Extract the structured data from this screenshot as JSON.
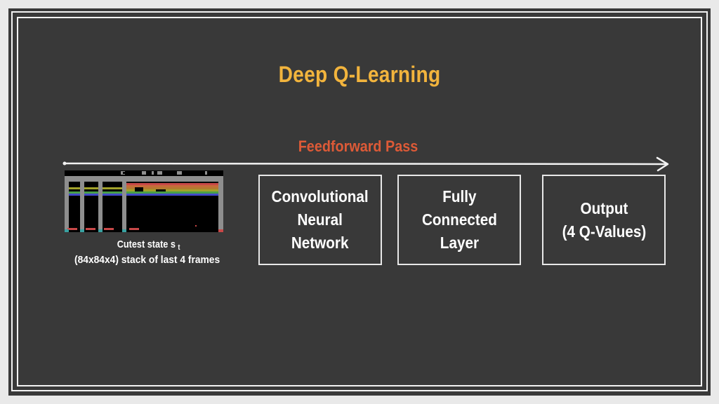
{
  "title": "Deep Q-Learning",
  "pass_label": "Feedforward Pass",
  "input": {
    "caption_line1_prefix": "Cutest state s",
    "caption_line1_sub": "t",
    "caption_line2": "(84x84x4) stack of last 4 frames",
    "score_digits": "[ 0 1 4 3 1"
  },
  "boxes": [
    {
      "label": "Convolutional\nNeural\nNetwork"
    },
    {
      "label": "Fully\nConnected\nLayer"
    },
    {
      "label": "Output\n(4 Q-Values)"
    }
  ],
  "colors": {
    "background": "#393939",
    "title": "#f2b43d",
    "pass_label": "#dd5a37",
    "lines": "#f2f2f2"
  }
}
